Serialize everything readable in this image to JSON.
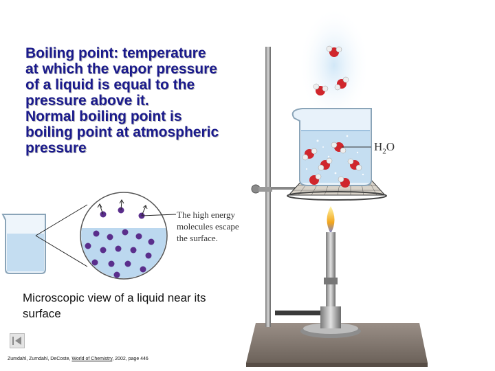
{
  "main_text": {
    "lines": [
      "Boiling point: temperature",
      "at which the vapor pressure",
      "of a liquid is equal to the",
      "pressure above it.",
      "Normal boiling point is",
      "boiling point at atmospheric",
      "pressure"
    ]
  },
  "callout": {
    "lines": [
      "The high energy",
      "molecules escape",
      "the surface."
    ]
  },
  "apparatus_label": {
    "base": "H",
    "sub": "2",
    "tail": "O"
  },
  "caption": {
    "lines": [
      "Microscopic view of a liquid near its",
      "surface"
    ]
  },
  "citation": {
    "authors": "Zumdahl, Zumdahl, DeCoste,",
    "book": "World of Chemistry",
    "details": "2002, page 446"
  },
  "colors": {
    "title_text": "#1a1a8c",
    "water": "#bcd8ef",
    "molecule_purple": "#5a2e8c",
    "oxygen_red": "#d0262c",
    "flame": "#f2a51c"
  },
  "icons": {
    "nav": "previous-slide-icon"
  }
}
